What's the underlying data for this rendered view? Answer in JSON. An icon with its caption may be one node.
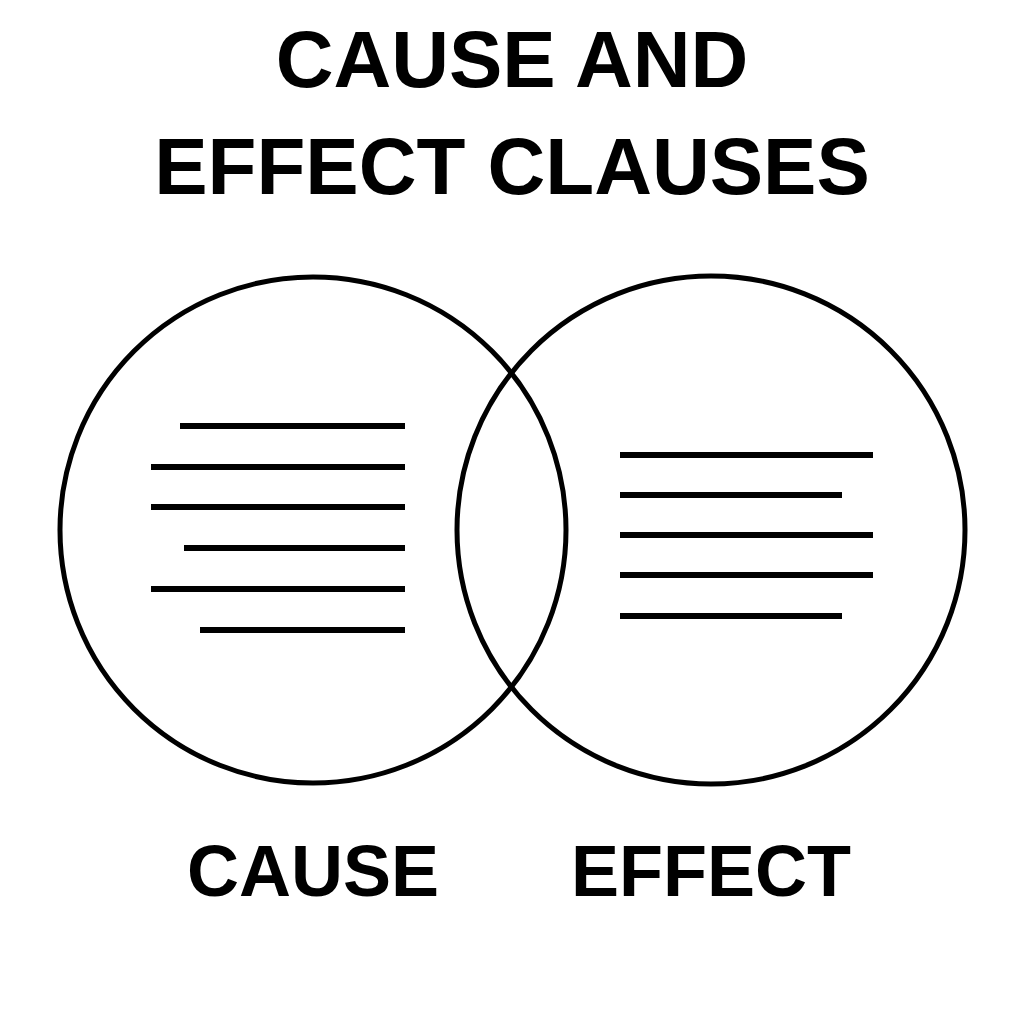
{
  "diagram": {
    "title": "CAUSE AND EFFECT CLAUSES",
    "nodes": [
      {
        "text": [
          "CAUSE"
        ]
      },
      {
        "text": [
          "EFFECT"
        ]
      }
    ]
  }
}
